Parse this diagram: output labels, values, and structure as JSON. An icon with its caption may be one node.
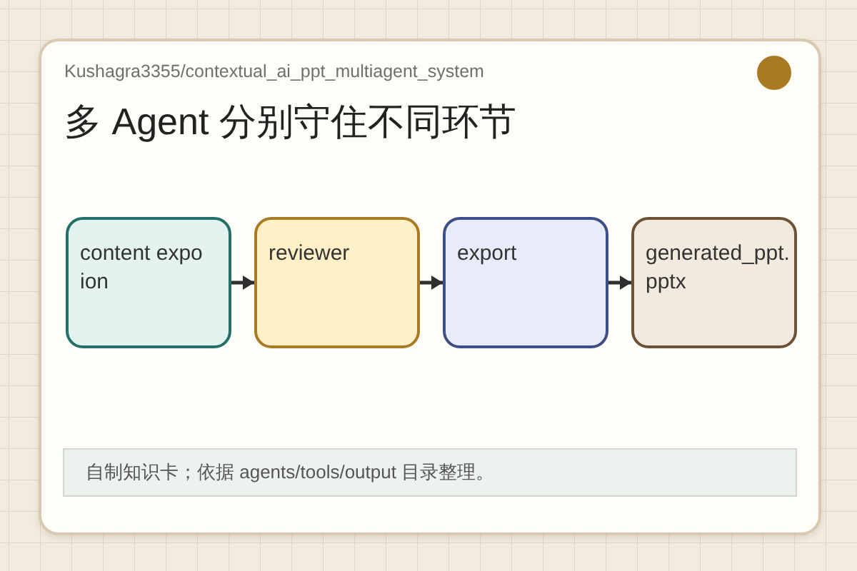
{
  "diagram": {
    "title": "多 Agent 分别守住不同环节",
    "caption": "自制知识卡；依据 agents/tools/output 目录整理。",
    "nodes": [
      {
        "text": [
          "content expo ion"
        ]
      },
      {
        "text": [
          "reviewer"
        ]
      },
      {
        "text": [
          "export"
        ]
      },
      {
        "text": [
          "generated_ppt. pptx"
        ]
      }
    ],
    "edges": [
      {
        "from": 0,
        "to": 1,
        "arrow": "to"
      },
      {
        "from": 1,
        "to": 2,
        "arrow": "to"
      },
      {
        "from": 2,
        "to": 3,
        "arrow": "to"
      }
    ],
    "labels": [
      "Kushagra3355/contextual_ai_ppt_multiagent_system"
    ]
  }
}
